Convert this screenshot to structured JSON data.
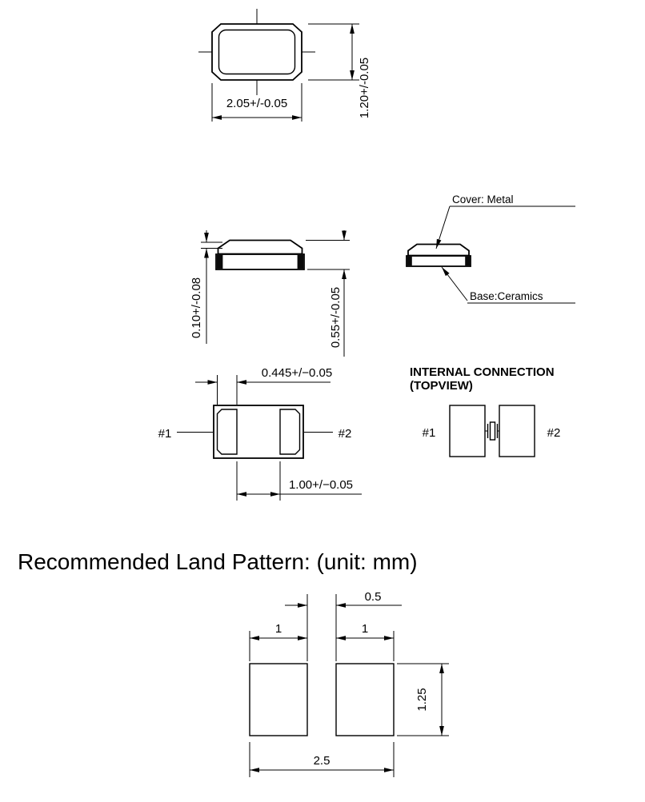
{
  "meta": {
    "background": "#ffffff",
    "ink": "#000000",
    "drawing_type": "SMD crystal package mechanical drawing"
  },
  "top_view": {
    "dim_width": "2.05+/-0.05",
    "dim_height": "1.20+/-0.05"
  },
  "side_view": {
    "dim_lid_height": "0.10+/-0.08",
    "dim_total_height": "0.55+/-0.05"
  },
  "labeled_view": {
    "cover_label": "Cover: Metal",
    "base_label": "Base:Ceramics"
  },
  "bottom_view": {
    "dim_pad_width": "0.445+/−0.05",
    "dim_pad_pitch": "1.00+/−0.05",
    "pin1_label": "#1",
    "pin2_label": "#2"
  },
  "internal_connection": {
    "title_line1": "INTERNAL CONNECTION",
    "title_line2": "(TOPVIEW)",
    "pin1_label": "#1",
    "pin2_label": "#2"
  },
  "land_pattern": {
    "heading": "Recommended Land Pattern: (unit: mm)",
    "dim_gap": "0.5",
    "dim_pad_left_width": "1",
    "dim_pad_right_width": "1",
    "dim_pad_height": "1.25",
    "dim_overall_width": "2.5"
  }
}
